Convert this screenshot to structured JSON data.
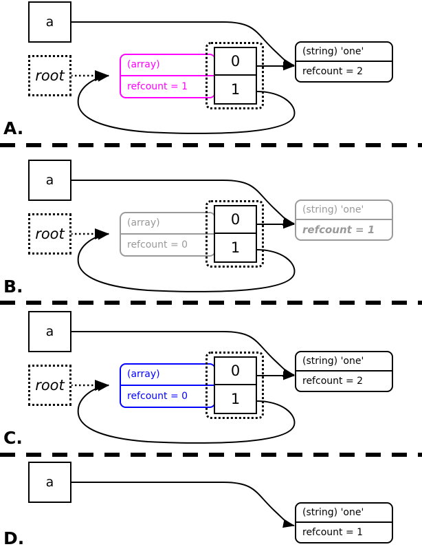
{
  "diagram": {
    "title_glyphs": {
      "var_name": "a",
      "root_name": "root"
    },
    "panels": [
      {
        "id": "A",
        "label": "A.",
        "variable": {
          "name": "a"
        },
        "root": {
          "name": "root"
        },
        "array": {
          "type_label": "(array)",
          "refcount_label": "refcount = 1",
          "color": "#ff00ff",
          "style": "magenta",
          "present": true
        },
        "cells": {
          "present": true,
          "indices": [
            "0",
            "1"
          ]
        },
        "string": {
          "type_label": "(string) 'one'",
          "refcount_label": "refcount = 2",
          "color": "#000000",
          "style": "normal",
          "emph": false,
          "present": true
        }
      },
      {
        "id": "B",
        "label": "B.",
        "variable": {
          "name": "a"
        },
        "root": {
          "name": "root"
        },
        "array": {
          "type_label": "(array)",
          "refcount_label": "refcount = 0",
          "color": "#999999",
          "style": "grey",
          "present": true
        },
        "cells": {
          "present": true,
          "indices": [
            "0",
            "1"
          ]
        },
        "string": {
          "type_label": "(string) 'one'",
          "refcount_label": "refcount = 1",
          "color": "#999999",
          "style": "grey",
          "emph": true,
          "present": true
        }
      },
      {
        "id": "C",
        "label": "C.",
        "variable": {
          "name": "a"
        },
        "root": {
          "name": "root"
        },
        "array": {
          "type_label": "(array)",
          "refcount_label": "refcount = 0",
          "color": "#0000ff",
          "style": "blue",
          "present": true
        },
        "cells": {
          "present": true,
          "indices": [
            "0",
            "1"
          ]
        },
        "string": {
          "type_label": "(string) 'one'",
          "refcount_label": "refcount = 2",
          "color": "#000000",
          "style": "normal",
          "emph": false,
          "present": true
        }
      },
      {
        "id": "D",
        "label": "D.",
        "variable": {
          "name": "a"
        },
        "root": null,
        "array": {
          "present": false
        },
        "cells": {
          "present": false
        },
        "string": {
          "type_label": "(string) 'one'",
          "refcount_label": "refcount = 1",
          "color": "#000000",
          "style": "normal",
          "emph": false,
          "present": true
        }
      }
    ],
    "separator": {
      "style": "dashed",
      "color": "#000000"
    }
  }
}
